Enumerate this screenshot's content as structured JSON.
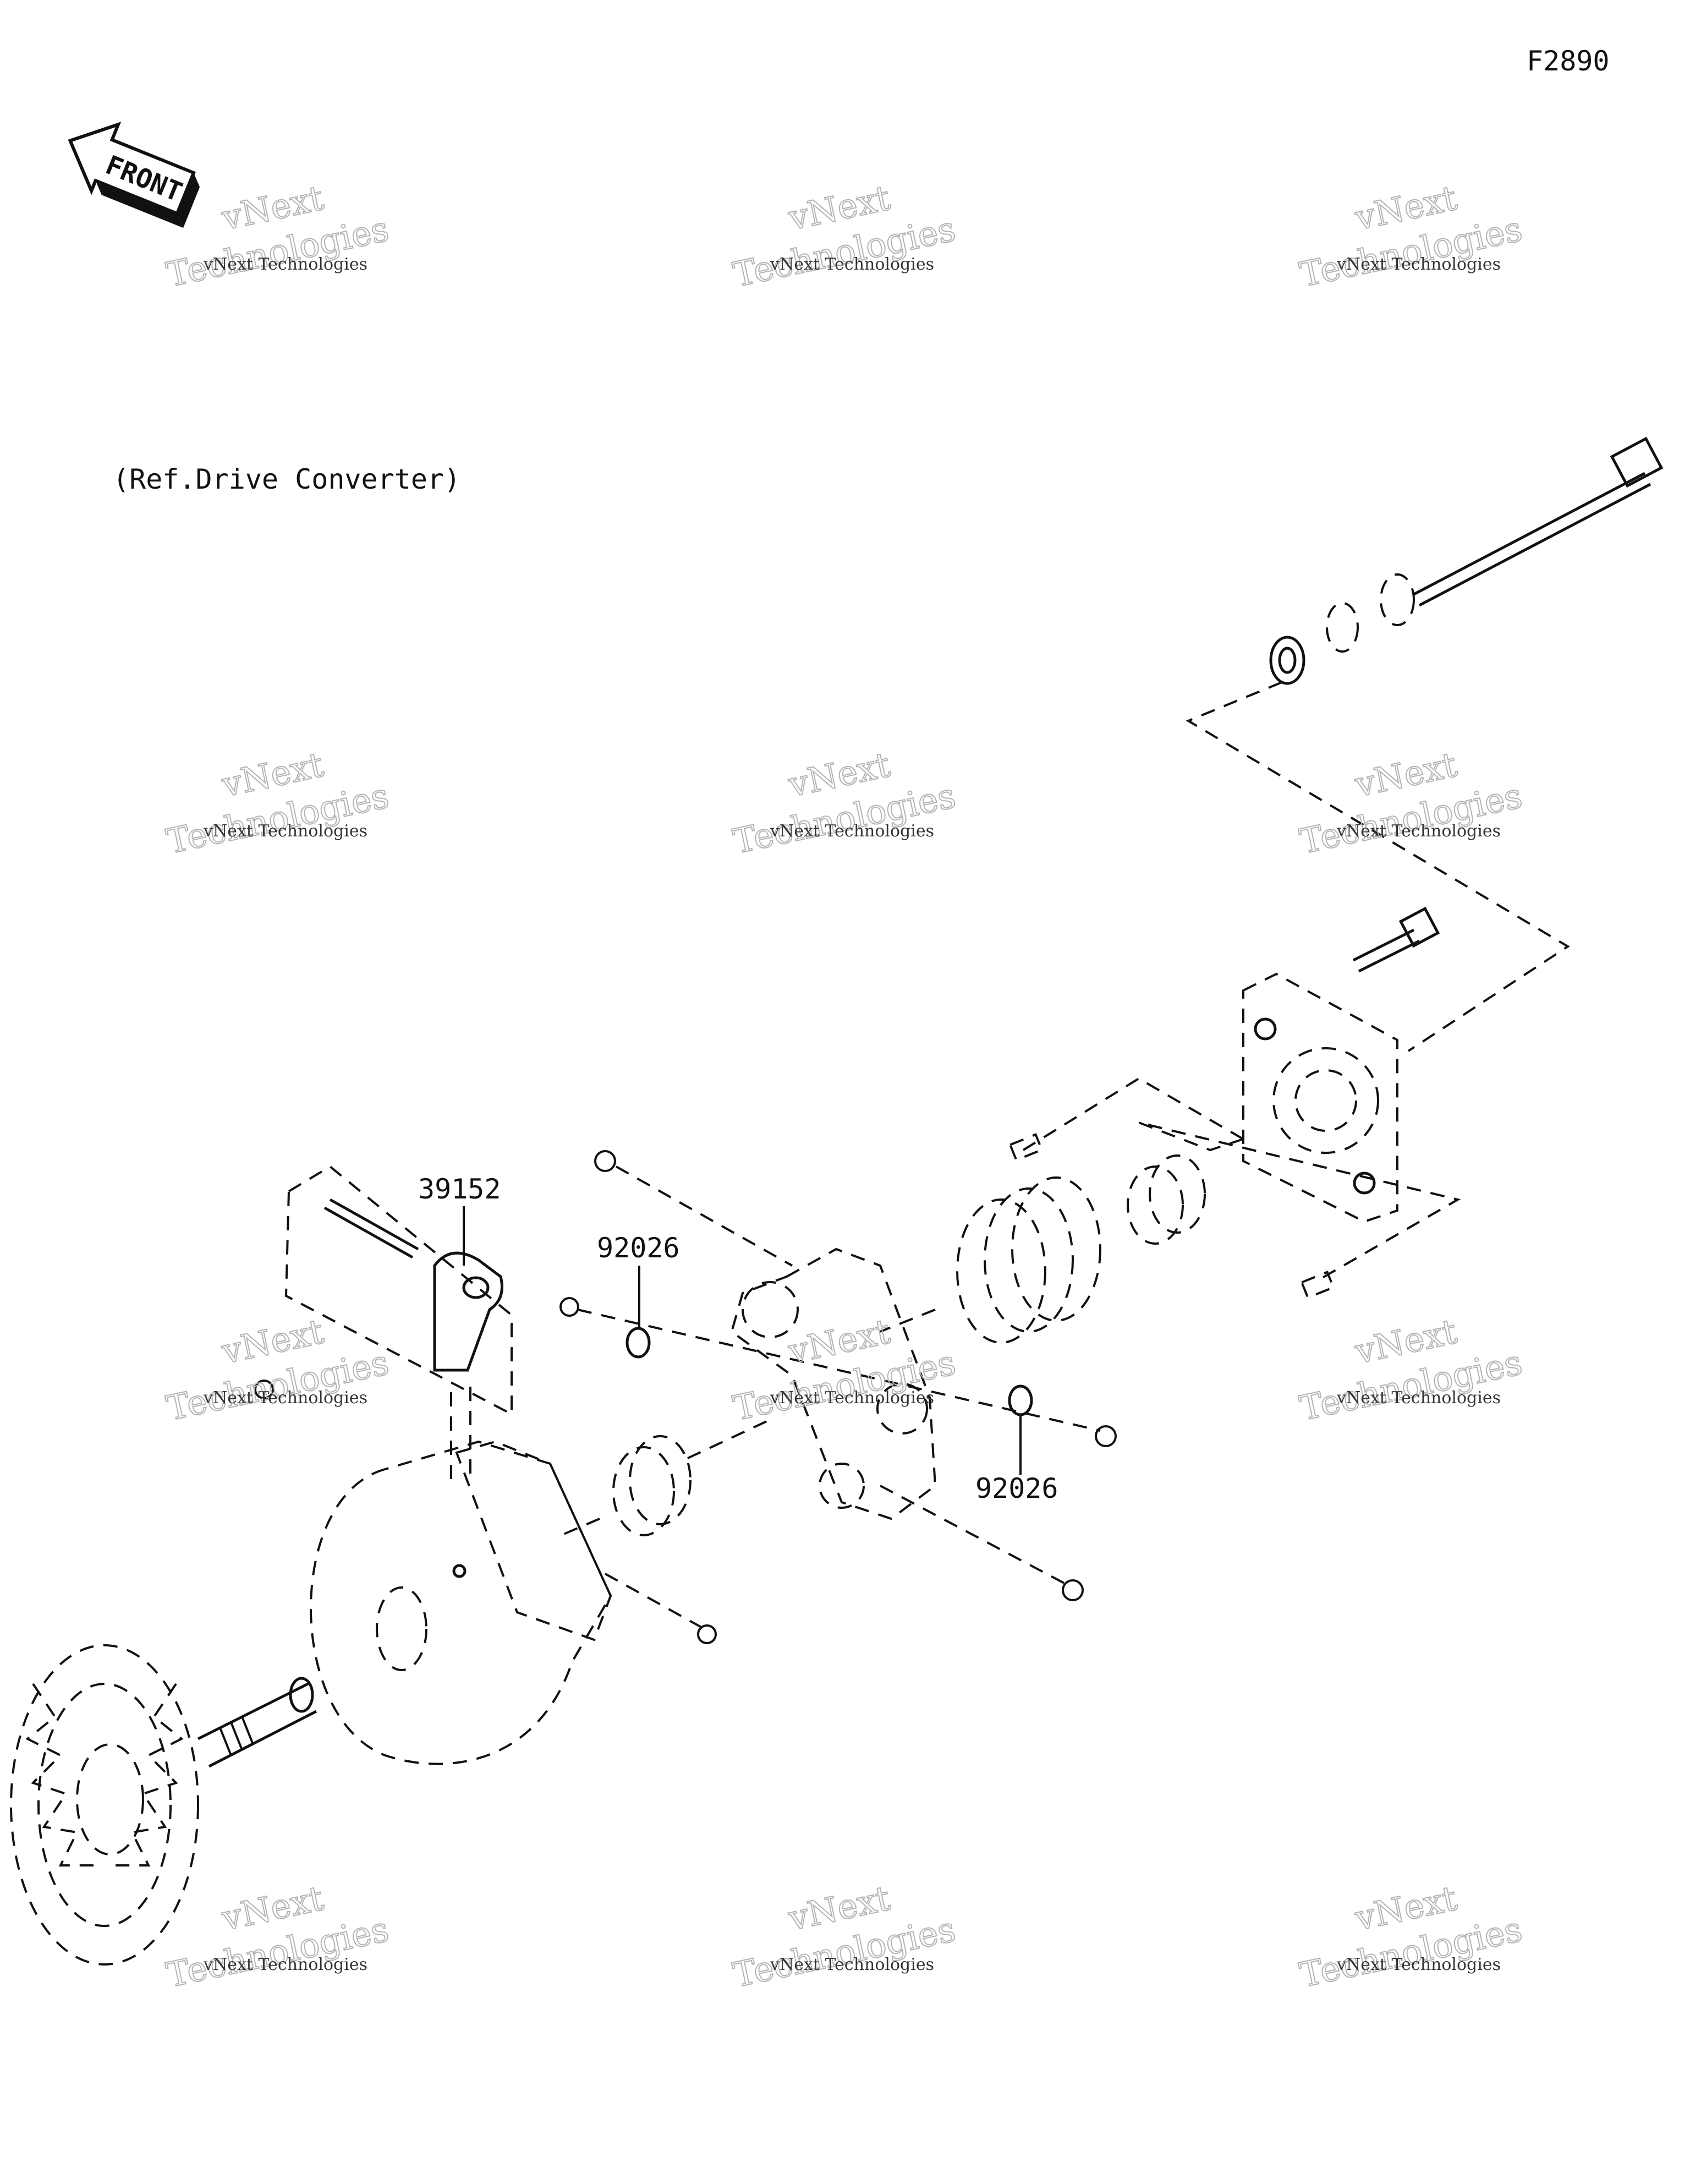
{
  "figure_code": "F2890",
  "front_badge": "FRONT",
  "ref_note": "(Ref.Drive Converter)",
  "callouts": [
    {
      "id": "c1",
      "text": "39152"
    },
    {
      "id": "c2",
      "text": "92026"
    },
    {
      "id": "c3",
      "text": "92026"
    }
  ],
  "watermark": {
    "line1": "vNext Technologies",
    "line2a": "vNext",
    "line2b": "Technologies"
  }
}
